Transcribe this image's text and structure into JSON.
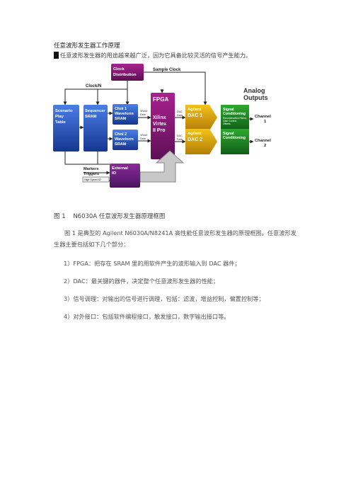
{
  "doc": {
    "title": "任意波形发生器工作原理",
    "intro": "任意波形发生器的用途越来越广泛，因为它具备比较灵活的信号产生能力。",
    "caption_num": "图 1",
    "caption_text": "N6030A 任意波形发生器原理框图",
    "paragraph": "图 1 是典型的 Agilent N6030A/N8241A 高性能任意波形发生器的原理框图。任意波形发生器主要包括如下几个部分：",
    "items": [
      "1）FPGA：把存在 SRAM 里的用软件产生的波形输入到 DAC 器件；",
      "2）DAC：最关键的器件，决定整个任意波形发生器的性能；",
      "3）信号调理：对输出的信号进行调理，包括：滤波，增益控制，偏置控制等；",
      "4）对外接口：包括软件编程接口，触发接口，数字输出接口等。"
    ]
  },
  "diagram": {
    "clock_distribution": [
      "Clock",
      "Distribution"
    ],
    "sample_clock": "Sample Clock",
    "clock_n": "Clock/N",
    "scenario": [
      "Scenario",
      "Play",
      "Table"
    ],
    "sequencer": [
      "Sequencer",
      "SRAM"
    ],
    "ch1_wave": [
      "Chnl 1",
      "Waveform",
      "SRAM"
    ],
    "ch2_wave": [
      "Chnl 2",
      "Waveform",
      "SRAM"
    ],
    "fpga": [
      "FPGA",
      "Xilinx",
      "Virtex",
      "II Pro"
    ],
    "dac1": [
      "Agilent",
      "DAC 1"
    ],
    "dac2": [
      "Agilent",
      "DAC 2"
    ],
    "sig1": [
      "Signal",
      "Conditioning",
      "Reconstruction Filters,",
      "Gain Control,",
      "Offsets"
    ],
    "sig2": [
      "Signal",
      "Conditioning"
    ],
    "analog_outputs": [
      "Analog",
      "Outputs"
    ],
    "channel1": [
      "Channel",
      "1"
    ],
    "channel2": [
      "Channel",
      "2"
    ],
    "markers_triggers": [
      "Markers",
      "Triggers"
    ],
    "external_io": [
      "External",
      "IO"
    ],
    "high_speed_io": "High Speed IO",
    "sram_data": [
      "SRAM",
      "Data"
    ],
    "dac_data": [
      "DAC",
      "Data"
    ]
  }
}
